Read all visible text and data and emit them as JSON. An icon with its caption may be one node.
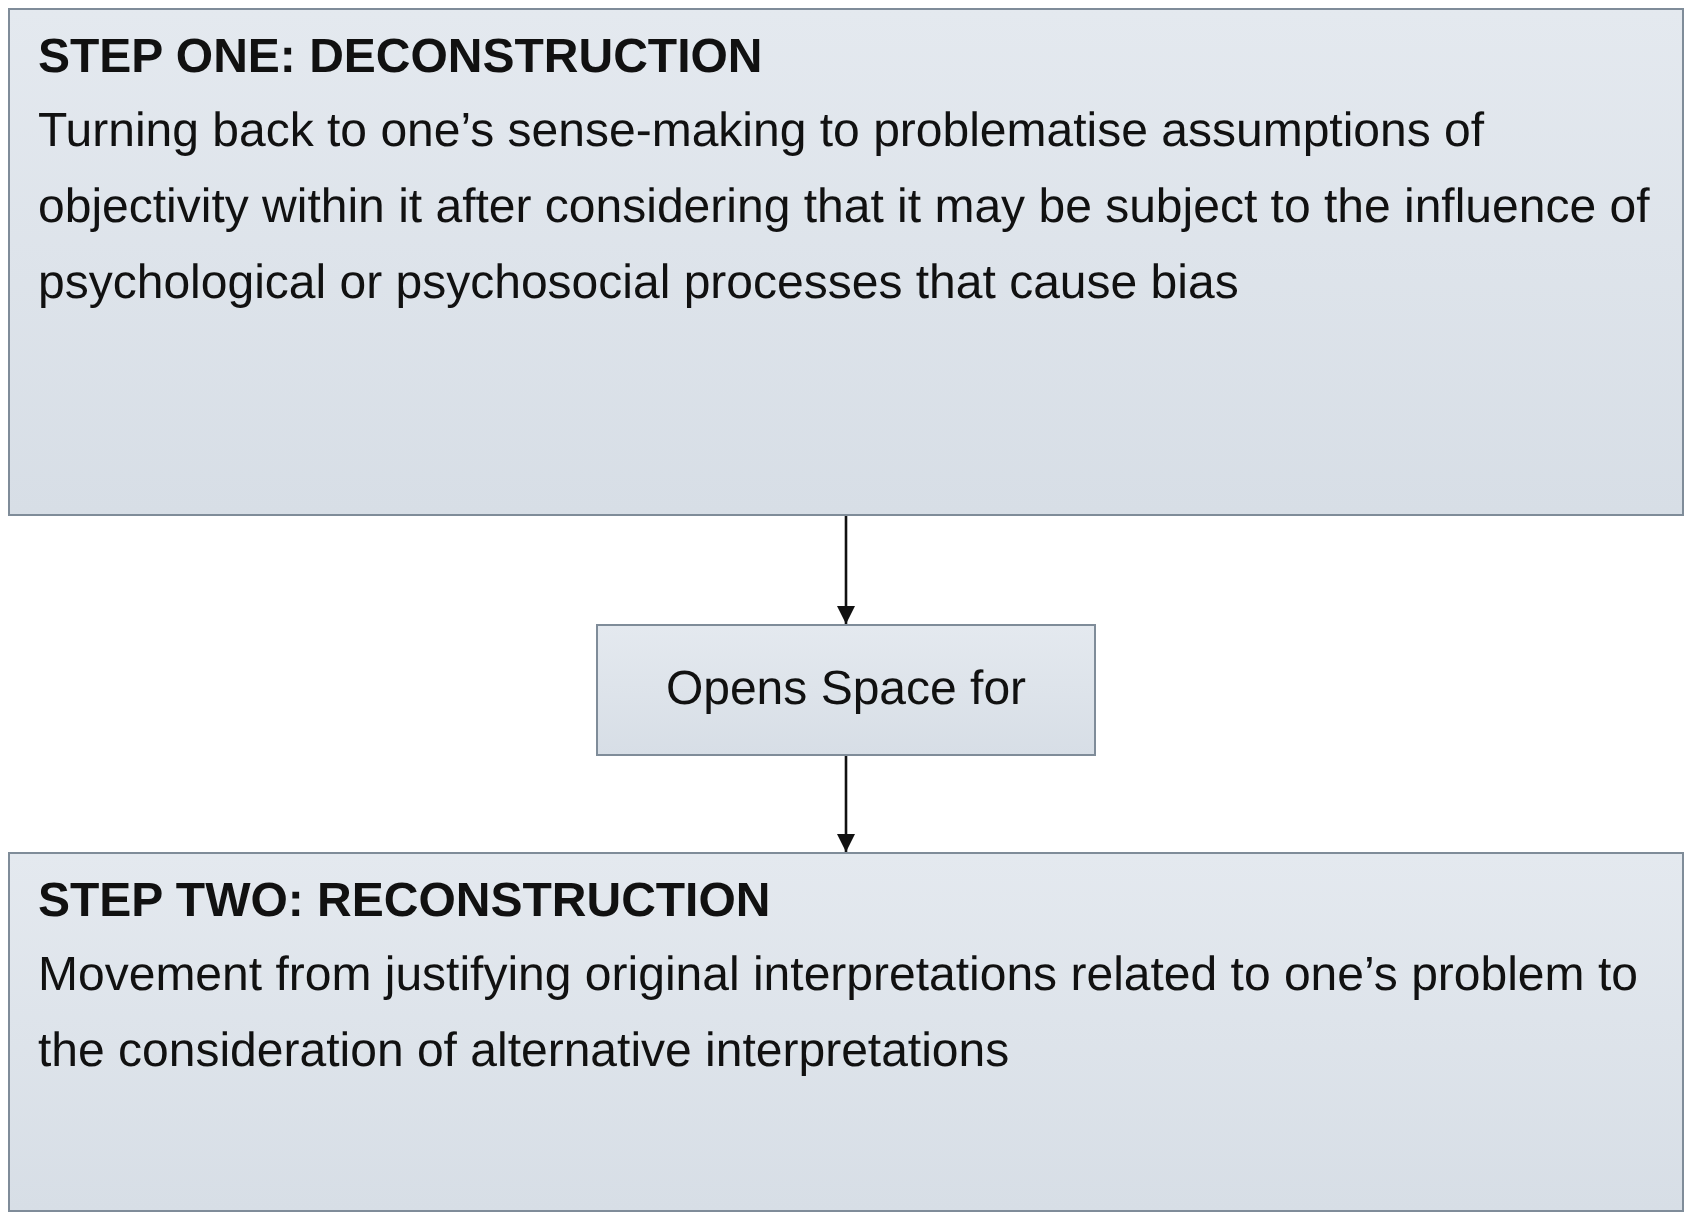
{
  "diagram": {
    "nodes": [
      {
        "text": [
          "STEP ONE: DECONSTRUCTION",
          "Turning back to one’s sense-making to problematise assumptions of objectivity within it after considering that it may be subject to the influence of psychological or psychosocial processes that cause bias"
        ]
      },
      {
        "text": [
          "Opens Space for"
        ]
      },
      {
        "text": [
          "STEP TWO: RECONSTRUCTION",
          "Movement from justifying original interpretations related to one’s problem to the consideration of alternative interpretations"
        ]
      }
    ],
    "edges": [
      {
        "from": 0,
        "to": 1,
        "arrow": "to"
      },
      {
        "from": 1,
        "to": 2,
        "arrow": "to"
      }
    ]
  }
}
